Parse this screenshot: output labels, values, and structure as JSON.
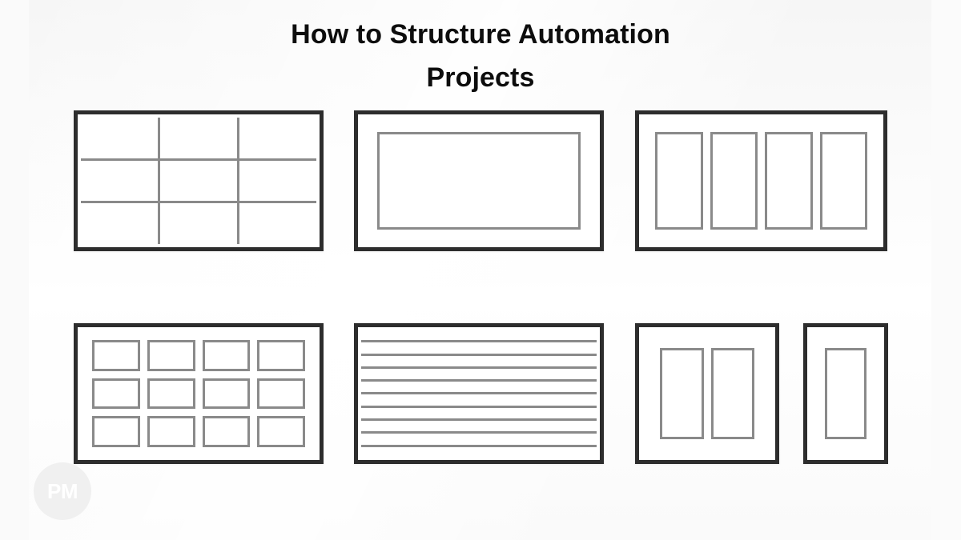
{
  "page": {
    "title_lines": [
      "How to Structure Automation",
      "Projects"
    ],
    "background_color": "#f8f8f8",
    "frame_color": "#2d2d2d",
    "inner_line_color": "#8a8a8a",
    "title_color": "#0d0d0d"
  },
  "watermark": {
    "label": "PM",
    "shape": "circle",
    "background_color": "#f0f0f0",
    "text_color": "#ffffff"
  },
  "diagram": {
    "caption": "Seven wireframe layout thumbnails arranged in two rows",
    "rows": [
      {
        "row_index": 1,
        "cards": [
          {
            "name": "grid-3x3",
            "description": "Three by three shared-line grid",
            "columns": 3,
            "rows": 3,
            "style": "shared-lines"
          },
          {
            "name": "single-panel",
            "description": "One large inset panel",
            "columns": 1,
            "rows": 1,
            "style": "inset-box"
          },
          {
            "name": "four-columns",
            "description": "Four vertical column blocks",
            "columns": 4,
            "rows": 1,
            "style": "separated-boxes"
          }
        ]
      },
      {
        "row_index": 2,
        "cards": [
          {
            "name": "tile-grid",
            "description": "Four by three grid of separated tiles",
            "columns": 4,
            "rows": 3,
            "style": "separated-boxes"
          },
          {
            "name": "horizontal-stripes",
            "description": "Ten stacked horizontal row bands",
            "columns": 1,
            "rows": 10,
            "style": "shared-lines"
          },
          {
            "name": "two-columns",
            "description": "Two vertical column blocks",
            "columns": 2,
            "rows": 1,
            "style": "separated-boxes"
          },
          {
            "name": "portrait-single",
            "description": "Narrow portrait frame with one inset panel",
            "columns": 1,
            "rows": 1,
            "style": "inset-box"
          }
        ]
      }
    ]
  }
}
